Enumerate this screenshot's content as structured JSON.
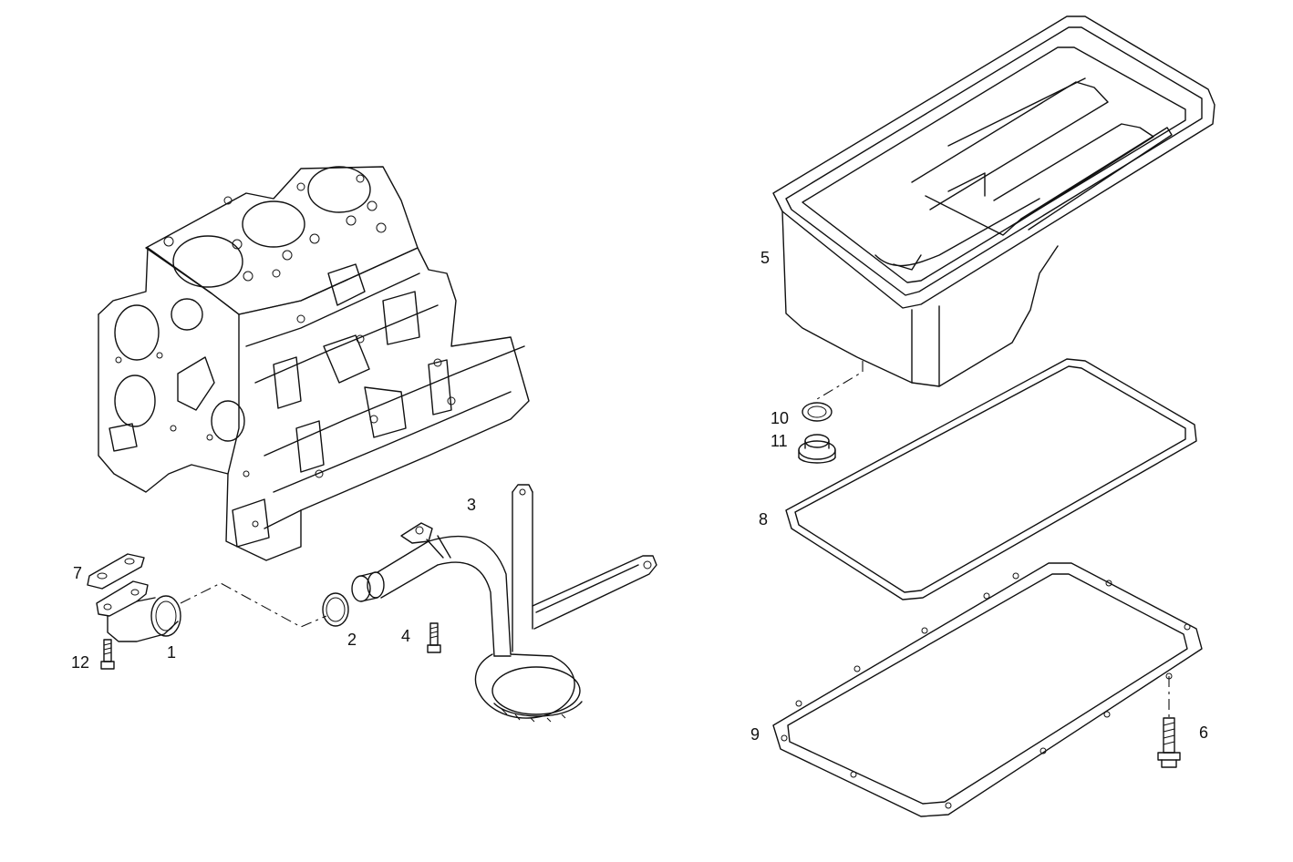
{
  "diagram": {
    "callouts": [
      {
        "id": "c1",
        "text": "1"
      },
      {
        "id": "c2",
        "text": "2"
      },
      {
        "id": "c3",
        "text": "3"
      },
      {
        "id": "c4",
        "text": "4"
      },
      {
        "id": "c5",
        "text": "5"
      },
      {
        "id": "c6",
        "text": "6"
      },
      {
        "id": "c7",
        "text": "7"
      },
      {
        "id": "c8",
        "text": "8"
      },
      {
        "id": "c9",
        "text": "9"
      },
      {
        "id": "c10",
        "text": "10"
      },
      {
        "id": "c11",
        "text": "11"
      },
      {
        "id": "c12",
        "text": "12"
      }
    ],
    "line_color": "#111111",
    "background": "#ffffff"
  }
}
